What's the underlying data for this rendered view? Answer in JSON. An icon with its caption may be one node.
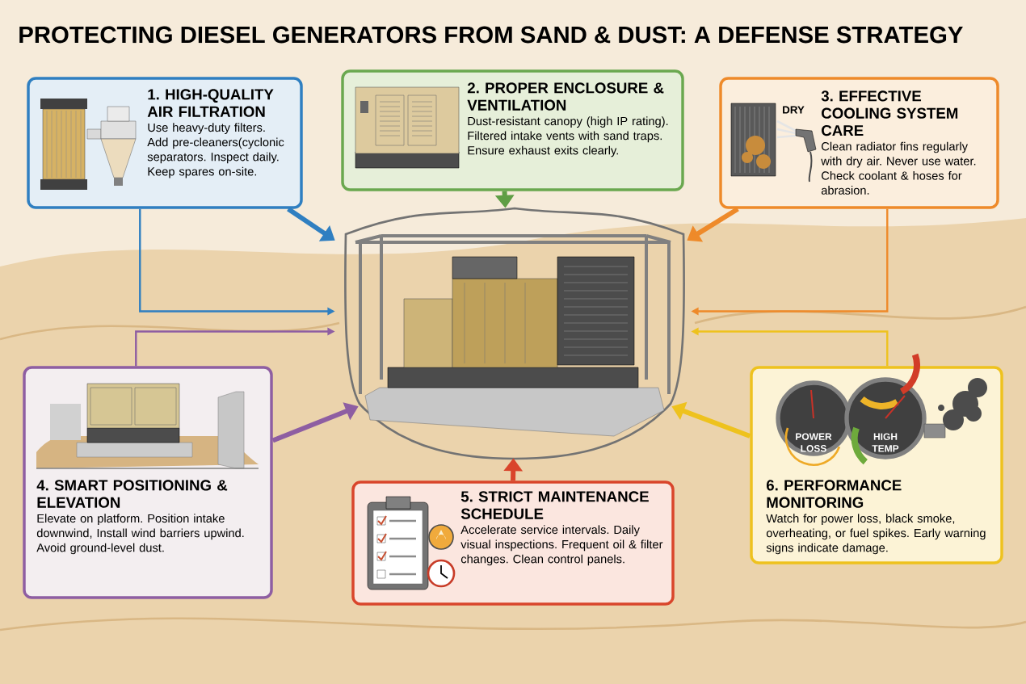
{
  "diagram": {
    "title": "PROTECTING DIESEL GENERATORS FROM SAND & DUST: A DEFENSE STRATEGY",
    "nodes": [
      {
        "text": [
          "1. HIGH-QUALITY AIR FILTRATION",
          "Use heavy-duty filters. Add pre-cleaners(cyclonic separators. Inspect daily. Keep spares on-site."
        ]
      },
      {
        "text": [
          "2. PROPER ENCLOSURE & VENTILATION",
          "Dust-resistant canopy (high IP rating). Filtered intake vents with sand traps. Ensure exhaust exits clearly."
        ]
      },
      {
        "text": [
          "3. EFFECTIVE COOLING SYSTEM CARE",
          "Clean radiator fins regularly with dry air. Never use water. Check coolant & hoses for abrasion."
        ]
      },
      {
        "text": [
          "4. SMART POSITIONING & ELEVATION",
          "Elevate on platform. Position intake downwind, Install wind barriers upwind. Avoid ground-level dust."
        ]
      },
      {
        "text": [
          "5. STRICT MAINTENANCE SCHEDULE",
          "Accelerate service intervals. Daily visual inspections. Frequent oil & filter changes. Clean control panels."
        ]
      },
      {
        "text": [
          "6. PERFORMANCE MONITORING",
          "Watch for power loss, black smoke, overheating, or fuel spikes. Early warning signs indicate damage."
        ]
      },
      {
        "text": [],
        "shape": "picture"
      }
    ],
    "edges": [
      {
        "from": 0,
        "to": 6,
        "arrow": "to",
        "color": "#2f7fc1"
      },
      {
        "from": 0,
        "to": 6,
        "arrow": "to",
        "color": "#2f7fc1"
      },
      {
        "from": 1,
        "to": 6,
        "arrow": "to",
        "color": "#5f9e45"
      },
      {
        "from": 2,
        "to": 6,
        "arrow": "to",
        "color": "#ee8a2a"
      },
      {
        "from": 2,
        "to": 6,
        "arrow": "to",
        "color": "#ee8a2a"
      },
      {
        "from": 3,
        "to": 6,
        "arrow": "to",
        "color": "#8e5ea2"
      },
      {
        "from": 3,
        "to": 6,
        "arrow": "to",
        "color": "#8e5ea2"
      },
      {
        "from": 4,
        "to": 6,
        "arrow": "to",
        "color": "#d9452b"
      },
      {
        "from": 5,
        "to": 6,
        "arrow": "to",
        "color": "#eec21e"
      },
      {
        "from": 5,
        "to": 6,
        "arrow": "to",
        "color": "#eec21e"
      }
    ],
    "labels": [
      "DRY",
      "POWER LOSS",
      "HIGH TEMP"
    ]
  }
}
